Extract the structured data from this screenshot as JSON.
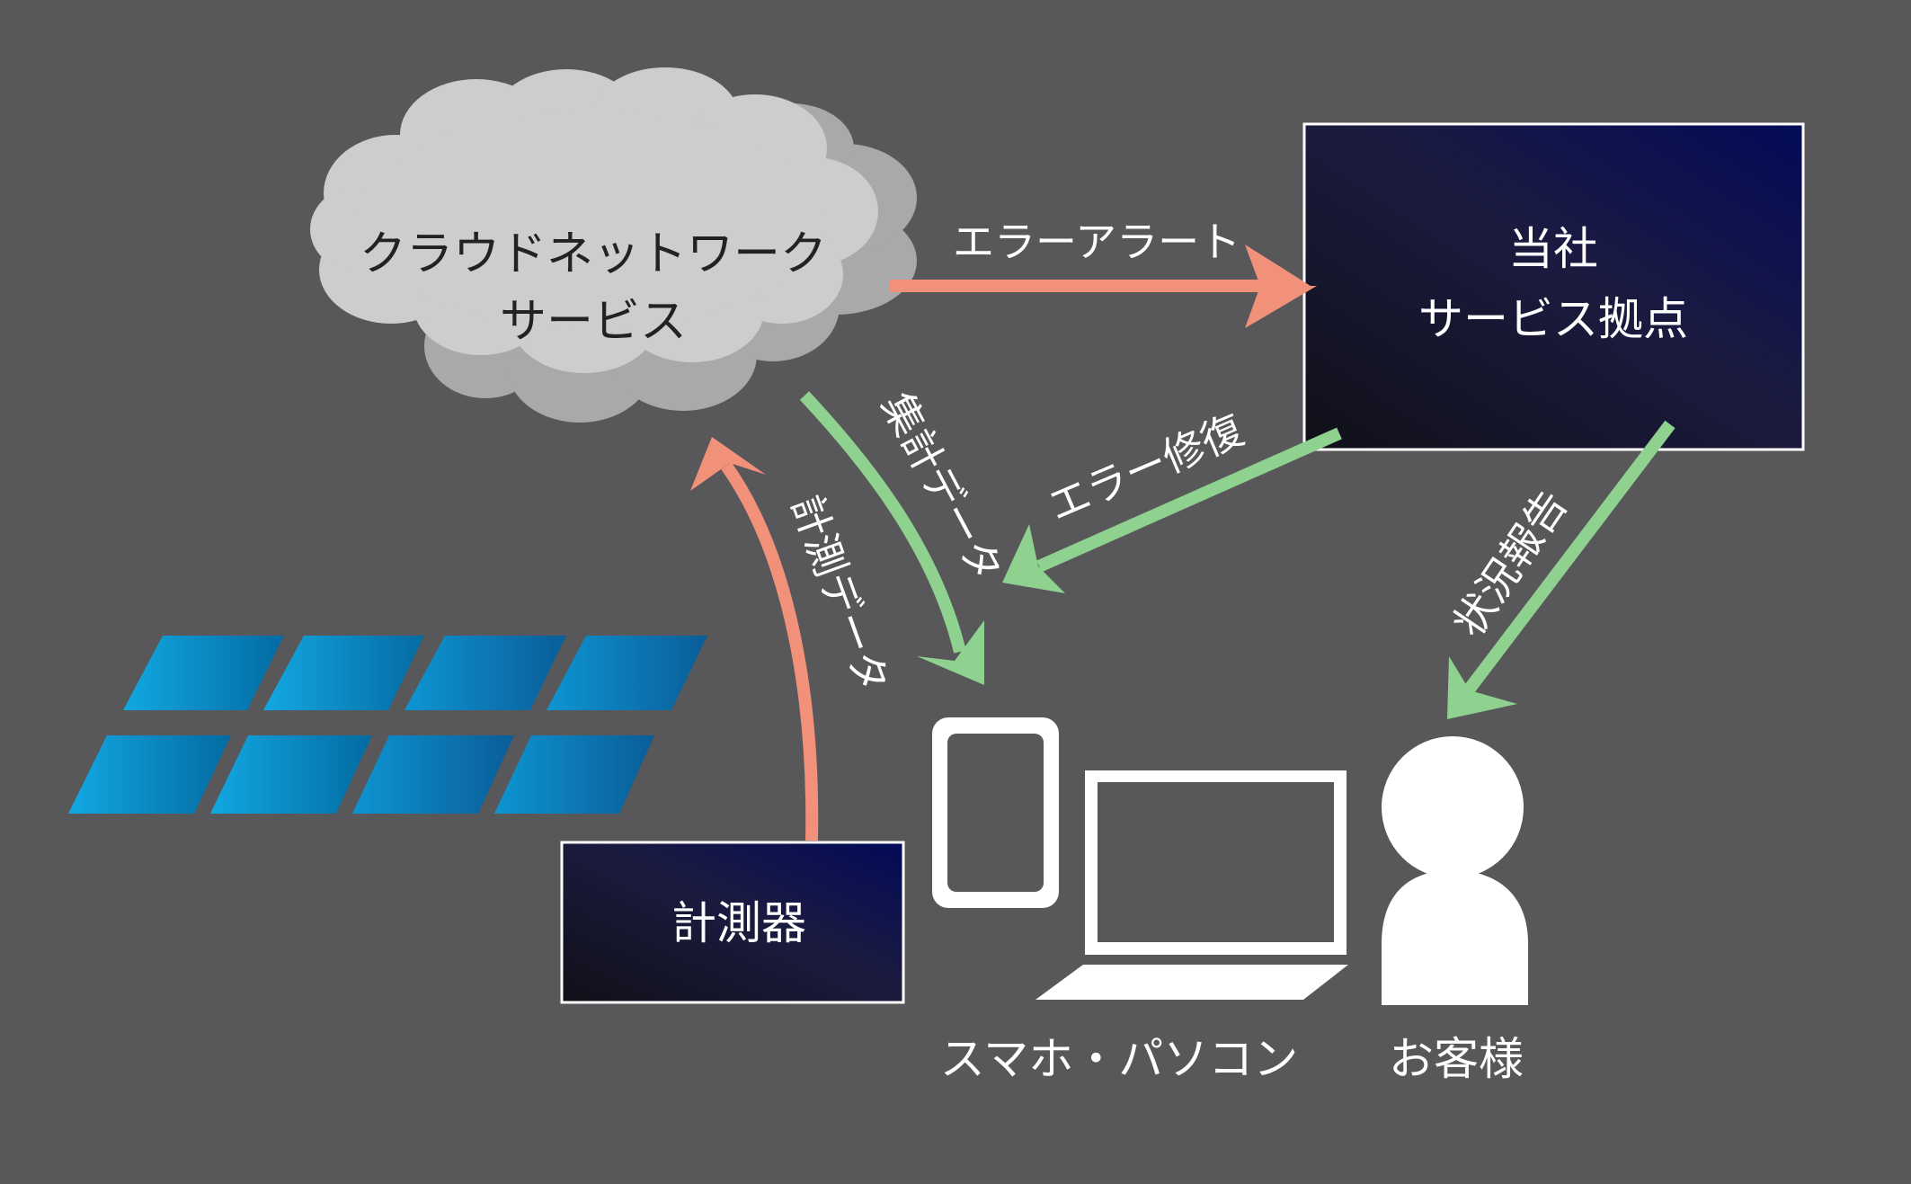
{
  "colors": {
    "background": "#58585a",
    "cloud_fill": "#cdcdcf",
    "cloud_shadow": "#a9a9ac",
    "box_dark": "#0c0d2a",
    "box_accent": "#0a0f4e",
    "box_border": "#ffffff",
    "arrow_salmon": "#f2917a",
    "arrow_green": "#8fd18f",
    "panel_light": "#11a6e0",
    "panel_dark": "#05679f",
    "device_white": "#ffffff",
    "text_dark": "#222222",
    "text_light": "#ffffff"
  },
  "cloud": {
    "line1": "クラウドネットワーク",
    "line2": "サービス"
  },
  "company": {
    "line1": "当社",
    "line2": "サービス拠点"
  },
  "meter": {
    "label": "計測器"
  },
  "labels": {
    "error_alert": "エラーアラート",
    "error_fix": "エラー修復",
    "aggregate": "集計データ",
    "measure": "計測データ",
    "status": "状況報告",
    "devices": "スマホ・パソコン",
    "customer": "お客様"
  },
  "icons": {
    "solar": "solar-panel-icon",
    "phone": "smartphone-icon",
    "laptop": "laptop-icon",
    "person": "person-icon"
  }
}
